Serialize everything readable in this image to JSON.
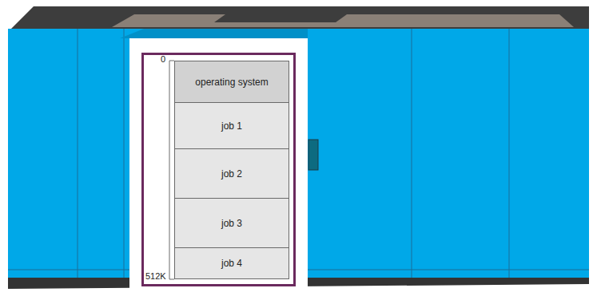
{
  "diagram": {
    "nodes": [
      {
        "text": [
          "operating system"
        ]
      },
      {
        "text": [
          "job 1"
        ]
      },
      {
        "text": [
          "job 2"
        ]
      },
      {
        "text": [
          "job 3"
        ]
      },
      {
        "text": [
          "job 4"
        ]
      }
    ],
    "labels": [
      "0",
      "512K"
    ]
  }
}
